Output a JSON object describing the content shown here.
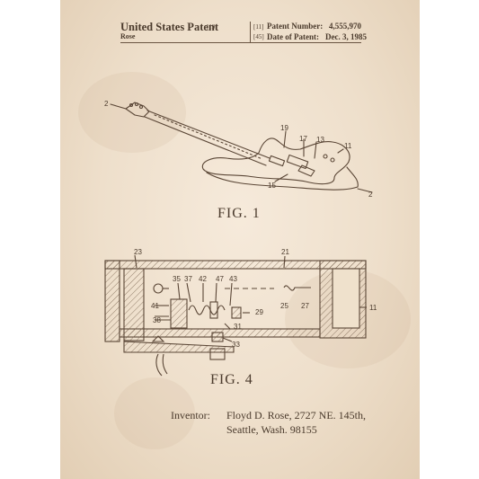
{
  "header": {
    "title": "United States Patent",
    "title_ref": "[19]",
    "inventor_surname": "Rose",
    "patent_number_ref": "[11]",
    "patent_number_label": "Patent Number:",
    "patent_number": "4,555,970",
    "date_ref": "[45]",
    "date_label": "Date of Patent:",
    "date": "Dec. 3, 1985"
  },
  "figures": {
    "fig1_caption": "FIG. 1",
    "fig4_caption": "FIG. 4",
    "fig1_refs": [
      "2",
      "19",
      "17",
      "13",
      "11",
      "15",
      "2"
    ],
    "fig4_refs": [
      "23",
      "21",
      "35",
      "37",
      "42",
      "47",
      "43",
      "41",
      "25",
      "27",
      "11",
      "38",
      "29",
      "31",
      "33"
    ]
  },
  "footer": {
    "inventor_label": "Inventor:",
    "line1": "Floyd D. Rose, 2727 NE. 145th,",
    "line2": "Seattle, Wash. 98155"
  },
  "colors": {
    "paper": "#f2e6d6",
    "ink": "#4a3a2c"
  }
}
